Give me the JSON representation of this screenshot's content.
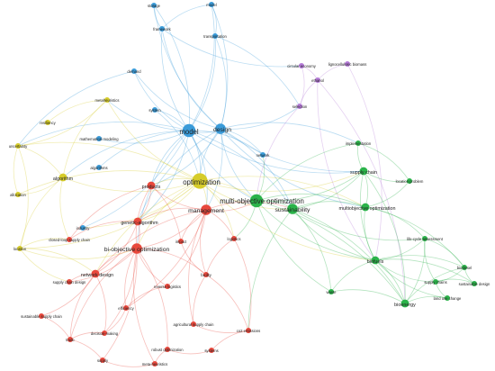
{
  "clusters": {
    "blue": {
      "color": "#3a9bd9"
    },
    "red": {
      "color": "#e8483c"
    },
    "green": {
      "color": "#2bb34a"
    },
    "yellow": {
      "color": "#d6cc2a"
    },
    "purple": {
      "color": "#b57ad8"
    }
  },
  "nodes": [
    {
      "id": "storage",
      "label": "storage",
      "cluster": "blue",
      "weight": 1
    },
    {
      "id": "model_top",
      "label": "model",
      "cluster": "blue",
      "weight": 1
    },
    {
      "id": "framework",
      "label": "framework",
      "cluster": "blue",
      "weight": 1
    },
    {
      "id": "transportation",
      "label": "transportation",
      "cluster": "blue",
      "weight": 1
    },
    {
      "id": "demand",
      "label": "demand",
      "cluster": "blue",
      "weight": 1
    },
    {
      "id": "system",
      "label": "system",
      "cluster": "blue",
      "weight": 1
    },
    {
      "id": "model",
      "label": "model",
      "cluster": "blue",
      "weight": 4
    },
    {
      "id": "design",
      "label": "design",
      "cluster": "blue",
      "weight": 3
    },
    {
      "id": "mathematical_modeling",
      "label": "mathematical modeling",
      "cluster": "blue",
      "weight": 1
    },
    {
      "id": "algorithms",
      "label": "algorithms",
      "cluster": "blue",
      "weight": 1
    },
    {
      "id": "industry",
      "label": "industry",
      "cluster": "blue",
      "weight": 1
    },
    {
      "id": "network",
      "label": "network",
      "cluster": "blue",
      "weight": 1
    },
    {
      "id": "circular_economy",
      "label": "circular economy",
      "cluster": "purple",
      "weight": 1
    },
    {
      "id": "lignocellulosic_biomass",
      "label": "lignocellulosic biomass",
      "cluster": "purple",
      "weight": 1
    },
    {
      "id": "ethanol",
      "label": "ethanol",
      "cluster": "purple",
      "weight": 1
    },
    {
      "id": "selection",
      "label": "selection",
      "cluster": "purple",
      "weight": 1
    },
    {
      "id": "metaheuristics",
      "label": "metaheuristics",
      "cluster": "yellow",
      "weight": 1
    },
    {
      "id": "resiliency",
      "label": "resiliency",
      "cluster": "yellow",
      "weight": 1
    },
    {
      "id": "uncertainty",
      "label": "uncertainty",
      "cluster": "yellow",
      "weight": 1
    },
    {
      "id": "algorithm",
      "label": "algorithm",
      "cluster": "yellow",
      "weight": 2
    },
    {
      "id": "allocation",
      "label": "allocation",
      "cluster": "yellow",
      "weight": 1
    },
    {
      "id": "location",
      "label": "location",
      "cluster": "yellow",
      "weight": 1
    },
    {
      "id": "optimization",
      "label": "optimization",
      "cluster": "yellow",
      "weight": 5
    },
    {
      "id": "products",
      "label": "products",
      "cluster": "red",
      "weight": 2
    },
    {
      "id": "management",
      "label": "management",
      "cluster": "red",
      "weight": 3
    },
    {
      "id": "genetic_algorithm",
      "label": "genetic-algorithm",
      "cluster": "red",
      "weight": 2
    },
    {
      "id": "closed_loop",
      "label": "closed-loop supply chain",
      "cluster": "red",
      "weight": 1
    },
    {
      "id": "bi_objective",
      "label": "bi-objective optimization",
      "cluster": "red",
      "weight": 3
    },
    {
      "id": "impact",
      "label": "impact",
      "cluster": "red",
      "weight": 1
    },
    {
      "id": "logistics",
      "label": "logistics",
      "cluster": "red",
      "weight": 1
    },
    {
      "id": "network_design",
      "label": "network design",
      "cluster": "red",
      "weight": 2
    },
    {
      "id": "supply_chain_design",
      "label": "supply chain design",
      "cluster": "red",
      "weight": 1
    },
    {
      "id": "reverse_logistics",
      "label": "reverse logistics",
      "cluster": "red",
      "weight": 1
    },
    {
      "id": "facility",
      "label": "facility",
      "cluster": "red",
      "weight": 1
    },
    {
      "id": "efficiency",
      "label": "efficiency",
      "cluster": "red",
      "weight": 1
    },
    {
      "id": "agricultural_supply_chain",
      "label": "agricultural supply chain",
      "cluster": "red",
      "weight": 1
    },
    {
      "id": "sustainable_supply_chain",
      "label": "sustainable supply chain",
      "cluster": "red",
      "weight": 1
    },
    {
      "id": "decision_making",
      "label": "decision-making",
      "cluster": "red",
      "weight": 1
    },
    {
      "id": "trade",
      "label": "trade",
      "cluster": "red",
      "weight": 1
    },
    {
      "id": "co2_emissions",
      "label": "co2 emissions",
      "cluster": "red",
      "weight": 1
    },
    {
      "id": "robust_optimization",
      "label": "robust optimization",
      "cluster": "red",
      "weight": 1
    },
    {
      "id": "systems",
      "label": "systems",
      "cluster": "red",
      "weight": 1
    },
    {
      "id": "meta_heuristics",
      "label": "meta-heuristics",
      "cluster": "red",
      "weight": 1
    },
    {
      "id": "supply",
      "label": "supply",
      "cluster": "red",
      "weight": 1
    },
    {
      "id": "implementation",
      "label": "implementation",
      "cluster": "green",
      "weight": 1
    },
    {
      "id": "supply_chain",
      "label": "supply chain",
      "cluster": "green",
      "weight": 2
    },
    {
      "id": "location_problem",
      "label": "location problem",
      "cluster": "green",
      "weight": 1
    },
    {
      "id": "multi_objective_optimization",
      "label": "multi-objective optimization",
      "cluster": "green",
      "weight": 4
    },
    {
      "id": "sustainability",
      "label": "sustainability",
      "cluster": "green",
      "weight": 3
    },
    {
      "id": "multiobjective_optimization",
      "label": "multiobjective optimization",
      "cluster": "green",
      "weight": 2
    },
    {
      "id": "life_cycle_assessment",
      "label": "life-cycle assessment",
      "cluster": "green",
      "weight": 1
    },
    {
      "id": "biofuels",
      "label": "biofuels",
      "cluster": "green",
      "weight": 2
    },
    {
      "id": "biodiesel",
      "label": "biodiesel",
      "cluster": "green",
      "weight": 1
    },
    {
      "id": "supply_chains",
      "label": "supply chains",
      "cluster": "green",
      "weight": 1
    },
    {
      "id": "sustainable_design",
      "label": "sustainable design",
      "cluster": "green",
      "weight": 1
    },
    {
      "id": "land_use_change",
      "label": "land use change",
      "cluster": "green",
      "weight": 1
    },
    {
      "id": "waste",
      "label": "waste",
      "cluster": "green",
      "weight": 1
    },
    {
      "id": "bioenergy",
      "label": "bioenergy",
      "cluster": "green",
      "weight": 2
    }
  ],
  "edges": [
    [
      "model",
      "storage"
    ],
    [
      "model",
      "framework"
    ],
    [
      "model",
      "transportation"
    ],
    [
      "model",
      "demand"
    ],
    [
      "model",
      "system"
    ],
    [
      "design",
      "storage"
    ],
    [
      "design",
      "model_top"
    ],
    [
      "design",
      "framework"
    ],
    [
      "design",
      "transportation"
    ],
    [
      "design",
      "demand"
    ],
    [
      "model_top",
      "framework"
    ],
    [
      "model_top",
      "transportation"
    ],
    [
      "storage",
      "framework"
    ],
    [
      "model_top",
      "model"
    ],
    [
      "model",
      "design"
    ],
    [
      "model",
      "optimization"
    ],
    [
      "model",
      "products"
    ],
    [
      "model",
      "management"
    ],
    [
      "model",
      "algorithm"
    ],
    [
      "model",
      "mathematical_modeling"
    ],
    [
      "model",
      "algorithms"
    ],
    [
      "model",
      "metaheuristics"
    ],
    [
      "model",
      "multi_objective_optimization"
    ],
    [
      "model",
      "sustainability"
    ],
    [
      "model",
      "supply_chain"
    ],
    [
      "model",
      "genetic_algorithm"
    ],
    [
      "model",
      "bi_objective"
    ],
    [
      "model",
      "network"
    ],
    [
      "model",
      "uncertainty"
    ],
    [
      "model",
      "industry"
    ],
    [
      "design",
      "optimization"
    ],
    [
      "design",
      "management"
    ],
    [
      "design",
      "multi_objective_optimization"
    ],
    [
      "design",
      "sustainability"
    ],
    [
      "design",
      "supply_chain"
    ],
    [
      "design",
      "network"
    ],
    [
      "design",
      "selection"
    ],
    [
      "design",
      "implementation"
    ],
    [
      "design",
      "multiobjective_optimization"
    ],
    [
      "design",
      "products"
    ],
    [
      "design",
      "genetic_algorithm"
    ],
    [
      "system",
      "optimization"
    ],
    [
      "demand",
      "uncertainty"
    ],
    [
      "transportation",
      "selection"
    ],
    [
      "framework",
      "circular_economy"
    ],
    [
      "circular_economy",
      "ethanol"
    ],
    [
      "lignocellulosic_biomass",
      "ethanol"
    ],
    [
      "selection",
      "ethanol"
    ],
    [
      "selection",
      "circular_economy"
    ],
    [
      "ethanol",
      "bioenergy"
    ],
    [
      "ethanol",
      "biofuels"
    ],
    [
      "lignocellulosic_biomass",
      "biofuels"
    ],
    [
      "selection",
      "multi_objective_optimization"
    ],
    [
      "optimization",
      "management"
    ],
    [
      "optimization",
      "products"
    ],
    [
      "optimization",
      "multi_objective_optimization"
    ],
    [
      "optimization",
      "sustainability"
    ],
    [
      "optimization",
      "algorithm"
    ],
    [
      "optimization",
      "uncertainty"
    ],
    [
      "optimization",
      "genetic_algorithm"
    ],
    [
      "optimization",
      "bi_objective"
    ],
    [
      "optimization",
      "location"
    ],
    [
      "optimization",
      "allocation"
    ],
    [
      "optimization",
      "metaheuristics"
    ],
    [
      "optimization",
      "supply_chain"
    ],
    [
      "optimization",
      "multiobjective_optimization"
    ],
    [
      "optimization",
      "biofuels"
    ],
    [
      "optimization",
      "logistics"
    ],
    [
      "optimization",
      "network_design"
    ],
    [
      "optimization",
      "industry"
    ],
    [
      "metaheuristics",
      "resiliency"
    ],
    [
      "metaheuristics",
      "uncertainty"
    ],
    [
      "metaheuristics",
      "algorithm"
    ],
    [
      "uncertainty",
      "algorithm"
    ],
    [
      "uncertainty",
      "allocation"
    ],
    [
      "uncertainty",
      "location"
    ],
    [
      "algorithm",
      "location"
    ],
    [
      "algorithm",
      "allocation"
    ],
    [
      "algorithm",
      "closed_loop"
    ],
    [
      "location",
      "closed_loop"
    ],
    [
      "location",
      "bi_objective"
    ],
    [
      "location",
      "network_design"
    ],
    [
      "location",
      "supply_chain_design"
    ],
    [
      "management",
      "products"
    ],
    [
      "management",
      "genetic_algorithm"
    ],
    [
      "management",
      "bi_objective"
    ],
    [
      "management",
      "multi_objective_optimization"
    ],
    [
      "management",
      "sustainability"
    ],
    [
      "management",
      "impact"
    ],
    [
      "management",
      "logistics"
    ],
    [
      "management",
      "network_design"
    ],
    [
      "management",
      "reverse_logistics"
    ],
    [
      "management",
      "facility"
    ],
    [
      "management",
      "efficiency"
    ],
    [
      "management",
      "agricultural_supply_chain"
    ],
    [
      "products",
      "genetic_algorithm"
    ],
    [
      "products",
      "bi_objective"
    ],
    [
      "products",
      "impact"
    ],
    [
      "products",
      "closed_loop"
    ],
    [
      "genetic_algorithm",
      "bi_objective"
    ],
    [
      "genetic_algorithm",
      "closed_loop"
    ],
    [
      "genetic_algorithm",
      "network_design"
    ],
    [
      "bi_objective",
      "network_design"
    ],
    [
      "bi_objective",
      "supply_chain_design"
    ],
    [
      "bi_objective",
      "reverse_logistics"
    ],
    [
      "bi_objective",
      "facility"
    ],
    [
      "bi_objective",
      "efficiency"
    ],
    [
      "bi_objective",
      "decision_making"
    ],
    [
      "bi_objective",
      "trade"
    ],
    [
      "bi_objective",
      "supply"
    ],
    [
      "bi_objective",
      "meta_heuristics"
    ],
    [
      "bi_objective",
      "robust_optimization"
    ],
    [
      "network_design",
      "supply_chain_design"
    ],
    [
      "network_design",
      "sustainable_supply_chain"
    ],
    [
      "network_design",
      "trade"
    ],
    [
      "network_design",
      "decision_making"
    ],
    [
      "facility",
      "agricultural_supply_chain"
    ],
    [
      "facility",
      "co2_emissions"
    ],
    [
      "reverse_logistics",
      "efficiency"
    ],
    [
      "efficiency",
      "decision_making"
    ],
    [
      "decision_making",
      "trade"
    ],
    [
      "trade",
      "supply"
    ],
    [
      "supply",
      "meta_heuristics"
    ],
    [
      "meta_heuristics",
      "robust_optimization"
    ],
    [
      "robust_optimization",
      "systems"
    ],
    [
      "systems",
      "co2_emissions"
    ],
    [
      "agricultural_supply_chain",
      "co2_emissions"
    ],
    [
      "sustainable_supply_chain",
      "trade"
    ],
    [
      "logistics",
      "facility"
    ],
    [
      "logistics",
      "co2_emissions"
    ],
    [
      "impact",
      "facility"
    ],
    [
      "multi_objective_optimization",
      "sustainability"
    ],
    [
      "multi_objective_optimization",
      "supply_chain"
    ],
    [
      "multi_objective_optimization",
      "multiobjective_optimization"
    ],
    [
      "multi_objective_optimization",
      "biofuels"
    ],
    [
      "multi_objective_optimization",
      "bioenergy"
    ],
    [
      "multi_objective_optimization",
      "waste"
    ],
    [
      "multi_objective_optimization",
      "implementation"
    ],
    [
      "multi_objective_optimization",
      "network"
    ],
    [
      "multi_objective_optimization",
      "logistics"
    ],
    [
      "sustainability",
      "supply_chain"
    ],
    [
      "sustainability",
      "multiobjective_optimization"
    ],
    [
      "sustainability",
      "biofuels"
    ],
    [
      "sustainability",
      "bioenergy"
    ],
    [
      "sustainability",
      "life_cycle_assessment"
    ],
    [
      "sustainability",
      "waste"
    ],
    [
      "sustainability",
      "co2_emissions"
    ],
    [
      "supply_chain",
      "implementation"
    ],
    [
      "supply_chain",
      "location_problem"
    ],
    [
      "supply_chain",
      "multiobjective_optimization"
    ],
    [
      "supply_chain",
      "biofuels"
    ],
    [
      "supply_chain",
      "bioenergy"
    ],
    [
      "multiobjective_optimization",
      "location_problem"
    ],
    [
      "multiobjective_optimization",
      "life_cycle_assessment"
    ],
    [
      "multiobjective_optimization",
      "biofuels"
    ],
    [
      "multiobjective_optimization",
      "biodiesel"
    ],
    [
      "biofuels",
      "life_cycle_assessment"
    ],
    [
      "biofuels",
      "biodiesel"
    ],
    [
      "biofuels",
      "supply_chains"
    ],
    [
      "biofuels",
      "sustainable_design"
    ],
    [
      "biofuels",
      "land_use_change"
    ],
    [
      "biofuels",
      "bioenergy"
    ],
    [
      "biofuels",
      "waste"
    ],
    [
      "life_cycle_assessment",
      "biodiesel"
    ],
    [
      "life_cycle_assessment",
      "supply_chains"
    ],
    [
      "biodiesel",
      "supply_chains"
    ],
    [
      "biodiesel",
      "sustainable_design"
    ],
    [
      "supply_chains",
      "sustainable_design"
    ],
    [
      "supply_chains",
      "land_use_change"
    ],
    [
      "bioenergy",
      "land_use_change"
    ],
    [
      "bioenergy",
      "waste"
    ],
    [
      "bioenergy",
      "biodiesel"
    ],
    [
      "bioenergy",
      "life_cycle_assessment"
    ],
    [
      "implementation",
      "location_problem"
    ]
  ]
}
